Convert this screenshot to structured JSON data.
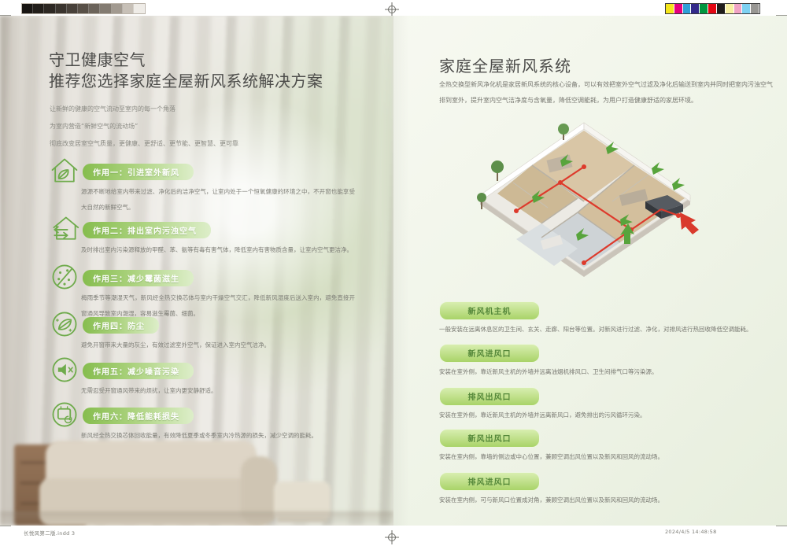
{
  "print_marks": {
    "grayscale_bar": [
      "#181512",
      "#221e1a",
      "#2d2823",
      "#3a342e",
      "#48413a",
      "#585047",
      "#6b635a",
      "#837b71",
      "#a29a90",
      "#c7c0b7",
      "#efece7"
    ],
    "color_bar": [
      "#f5e61c",
      "#e5007d",
      "#2f9fd8",
      "#33298a",
      "#00963f",
      "#e30613",
      "#201d1b",
      "#f7f0a3",
      "#f0a3c4",
      "#7ed1f2",
      "#989693"
    ],
    "footer_left": "长悦风第二版.indd   3",
    "footer_right": "2024/4/5   14:48:58"
  },
  "left_page": {
    "title_line1": "守卫健康空气",
    "title_line2": "推荐您选择家庭全屋新风系统解决方案",
    "intro_line1": "让新鲜的健康的空气流动至室内的每一个角落",
    "intro_line2": "为室内营造“新鲜空气的流动场”",
    "intro_line3": "彻底改变居室空气质量，更健康、更舒适、更节能、更智慧、更可靠",
    "features": [
      {
        "icon": "house-leaf-icon",
        "label": "作用一：引进室外新风",
        "desc": "源源不断地给室内带来过滤、净化后的洁净空气，让室内处于一个恒氧健康的环境之中，不开窗也能享受大自然的新鲜空气。"
      },
      {
        "icon": "house-exchange-icon",
        "label": "作用二：排出室内污浊空气",
        "desc": "及时排出室内污染源释放的甲醛、苯、氨等有毒有害气体，降低室内有害物质含量，让室内空气更洁净。"
      },
      {
        "icon": "no-mold-icon",
        "label": "作用三：减少霉菌滋生",
        "desc": "梅雨季节等潮湿天气，新风经全热交换芯体与室内干燥空气交汇，降低新风湿度后送入室内，避免直接开窗通风导致室内潮湿，容易滋生霉菌、细菌。"
      },
      {
        "icon": "dust-filter-icon",
        "label": "作用四：防尘",
        "desc": "避免开窗带来大量的灰尘，有效过滤室外空气，保证进入室内空气洁净。"
      },
      {
        "icon": "mute-speaker-icon",
        "label": "作用五：减少噪音污染",
        "desc": "无需忍受开窗通风带来的烦扰，让室内更安静舒适。"
      },
      {
        "icon": "energy-saving-icon",
        "label": "作用六：降低能耗损失",
        "desc": "新风经全热交换芯体回收能量，有效降低夏季或冬季室内冷热源的损失，减少空调的能耗。"
      }
    ]
  },
  "right_page": {
    "title": "家庭全屋新风系统",
    "intro": "全热交换型新风净化机是家居新风系统的核心设备，可以有效把室外空气过滤及净化后输送到室内并同时把室内污浊空气排到室外，提升室内空气洁净度与含氧量，降低空调能耗，为用户打造健康舒适的家居环境。",
    "components": [
      {
        "label": "新风机主机",
        "desc": "一般安装在远离休息区的卫生间、玄关、走廊、阳台等位置。对新风进行过滤、净化，对排风进行热回收降低空调能耗。"
      },
      {
        "label": "新风进风口",
        "desc": "安装在室外侧，靠近新风主机的外墙并远离油烟机排风口、卫生间排气口等污染源。"
      },
      {
        "label": "排风出风口",
        "desc": "安装在室外侧，靠近新风主机的外墙并远离新风口，避免排出的污风循环污染。"
      },
      {
        "label": "新风出风口",
        "desc": "安装在室内侧，靠墙的侧边或中心位置，兼顾空调出风位置以及新风和回风的流动场。"
      },
      {
        "label": "排风进风口",
        "desc": "安装在室内侧，可与新风口位置成对角，兼顾空调出风位置以及新风和回风的流动场。"
      }
    ]
  },
  "colors": {
    "accent_green": "#7ab648",
    "duct_red": "#d93a2c",
    "pill_green_dark": "#86bd4e",
    "pill_green_light": "#ddeec9"
  }
}
